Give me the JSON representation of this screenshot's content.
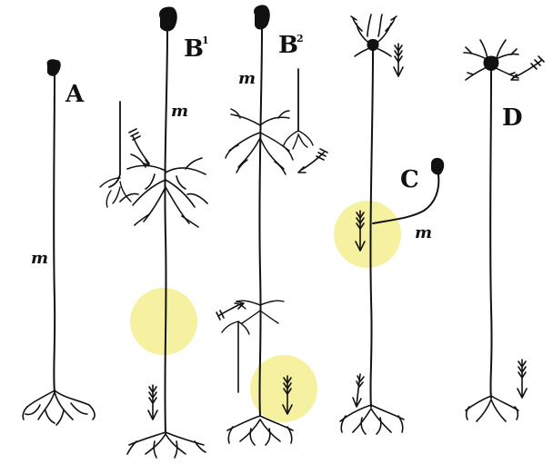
{
  "figure": {
    "neurons": [
      {
        "id": "A",
        "label": "A",
        "process_label": "m"
      },
      {
        "id": "B1",
        "label": "B",
        "superscript": "1",
        "process_label": "m"
      },
      {
        "id": "B2",
        "label": "B",
        "superscript": "2",
        "process_label": "m"
      },
      {
        "id": "C",
        "label": "C",
        "process_label": "m"
      },
      {
        "id": "D",
        "label": "D"
      }
    ],
    "colors": {
      "ink": "#111111",
      "highlight": "#f3ef8f",
      "background": "#ffffff"
    },
    "arrow_icon": "feathered-arrow-icon"
  }
}
